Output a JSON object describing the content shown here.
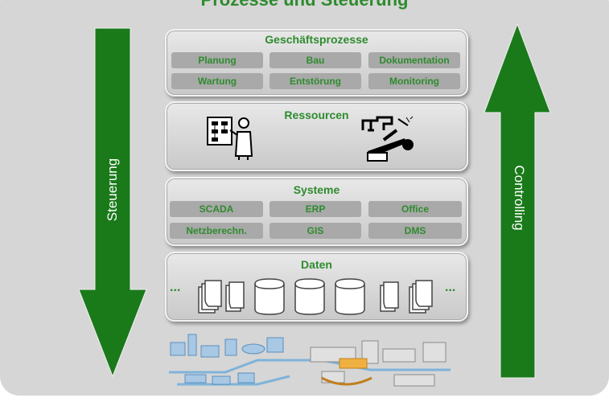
{
  "header": {
    "title": "Prozesse und Steuerung"
  },
  "arrows": {
    "left_label": "Steuerung",
    "right_label": "Controlling",
    "color": "#1a7a1a"
  },
  "layers": {
    "geschaeftsprozesse": {
      "title": "Geschäftsprozesse",
      "items": [
        "Planung",
        "Bau",
        "Dokumentation",
        "Wartung",
        "Entstörung",
        "Monitoring"
      ]
    },
    "ressourcen": {
      "title": "Ressourcen",
      "icons": [
        "planner-person-icon",
        "technician-repair-icon"
      ]
    },
    "systeme": {
      "title": "Systeme",
      "items": [
        "SCADA",
        "ERP",
        "Office",
        "Netzberechn.",
        "GIS",
        "DMS"
      ]
    },
    "daten": {
      "title": "Daten",
      "ellipsis": "...",
      "icons": [
        "document-stack-icon",
        "database-cylinder-icon"
      ]
    }
  },
  "infrastructure": {
    "icon": "utility-network-illustration-icon"
  },
  "colors": {
    "accent": "#2e8b2e",
    "panel": "#d6d6d6",
    "cell": "#a9a9a9"
  }
}
